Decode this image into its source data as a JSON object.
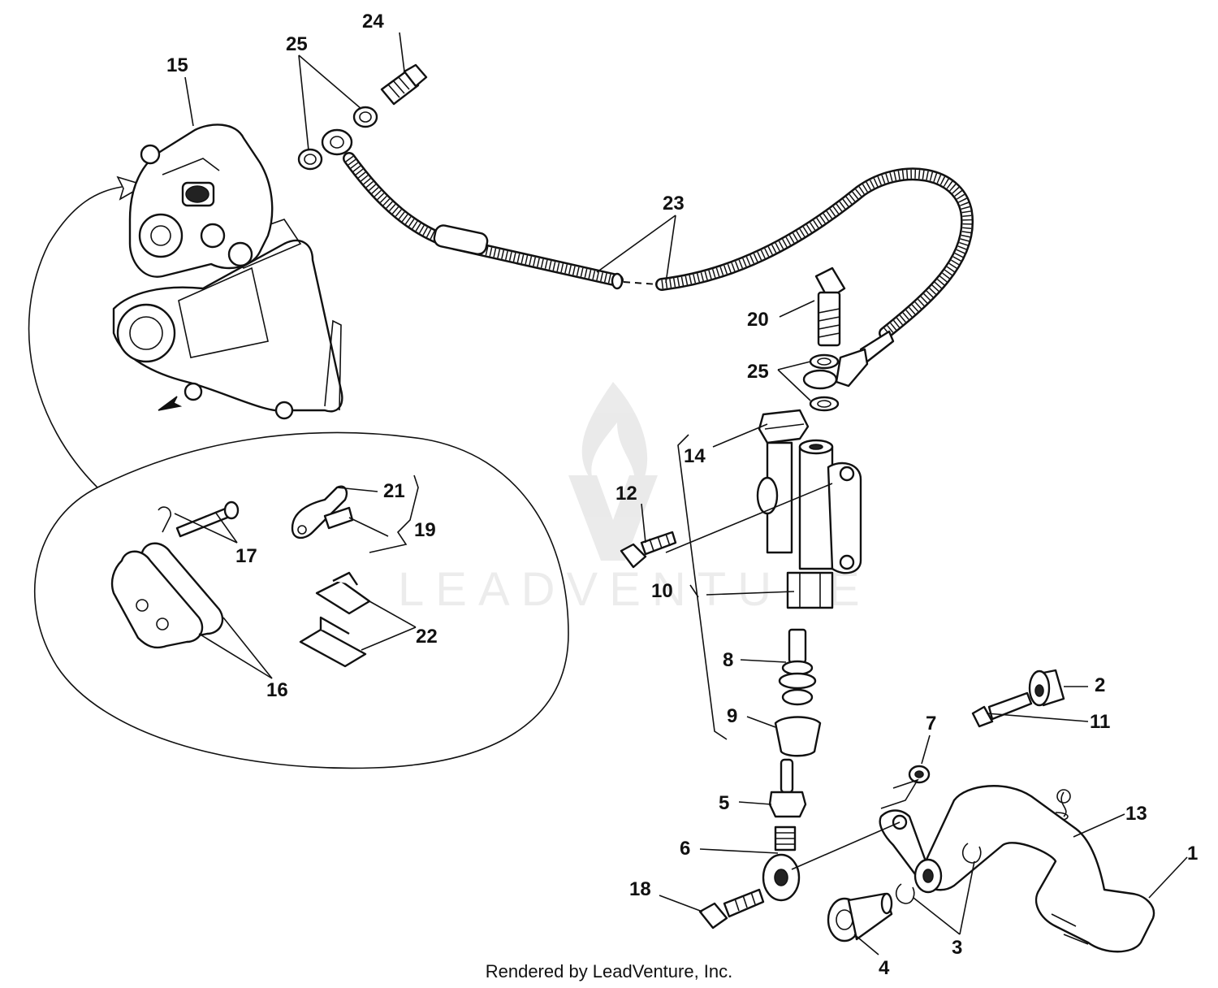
{
  "labels": {
    "p1": "1",
    "p2": "2",
    "p3": "3",
    "p4": "4",
    "p5": "5",
    "p6": "6",
    "p7": "7",
    "p8": "8",
    "p9": "9",
    "p10": "10",
    "p11": "11",
    "p12": "12",
    "p13": "13",
    "p14": "14",
    "p15": "15",
    "p16": "16",
    "p17": "17",
    "p18": "18",
    "p19": "19",
    "p20": "20",
    "p21": "21",
    "p22": "22",
    "p23": "23",
    "p24": "24",
    "p25a": "25",
    "p25b": "25"
  },
  "watermark": "LEADVENTURE",
  "footer": "Rendered by LeadVenture, Inc."
}
